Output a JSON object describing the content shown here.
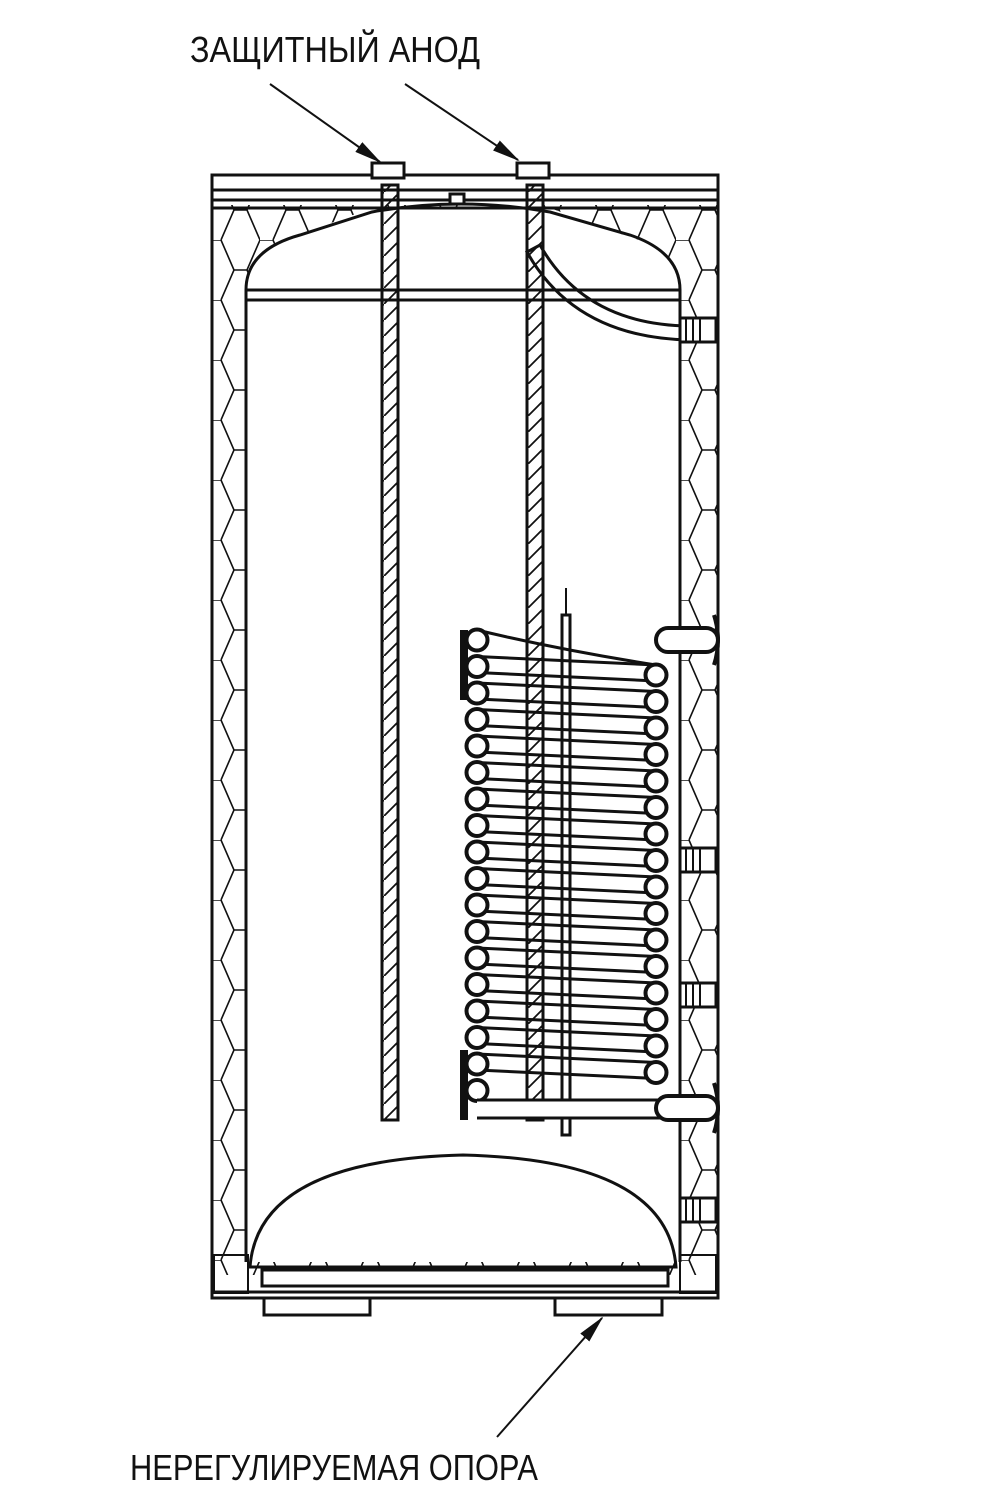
{
  "labels": {
    "top": "ЗАЩИТНЫЙ АНОД",
    "bottom": "НЕРЕГУЛИРУЕМАЯ ОПОРА"
  },
  "colors": {
    "line": "#111111",
    "background": "#ffffff"
  },
  "coil": {
    "left_turns": 18,
    "right_turns": 16
  }
}
